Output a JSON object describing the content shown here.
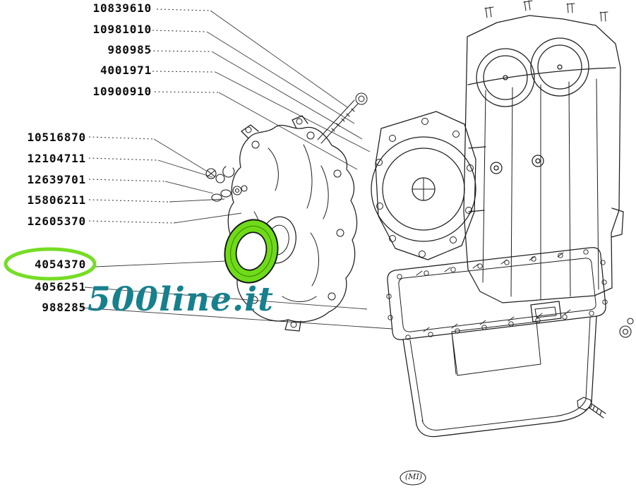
{
  "diagram": {
    "title": "engine crankcase parts diagram",
    "watermark": "500line.it",
    "stamp": "(MI)",
    "highlighted_part": "4054370"
  },
  "colors": {
    "highlight_green": "#6fdb18",
    "watermark_teal": "#17808d",
    "line_ink": "#1e1e1e"
  },
  "parts": {
    "top_group": [
      "10839610",
      "10981010",
      "980985",
      "4001971",
      "10900910"
    ],
    "middle_group": [
      "10516870",
      "12104711",
      "12639701",
      "15806211",
      "12605370"
    ],
    "bottom_group": [
      "4054370",
      "4056251",
      "988285"
    ]
  }
}
